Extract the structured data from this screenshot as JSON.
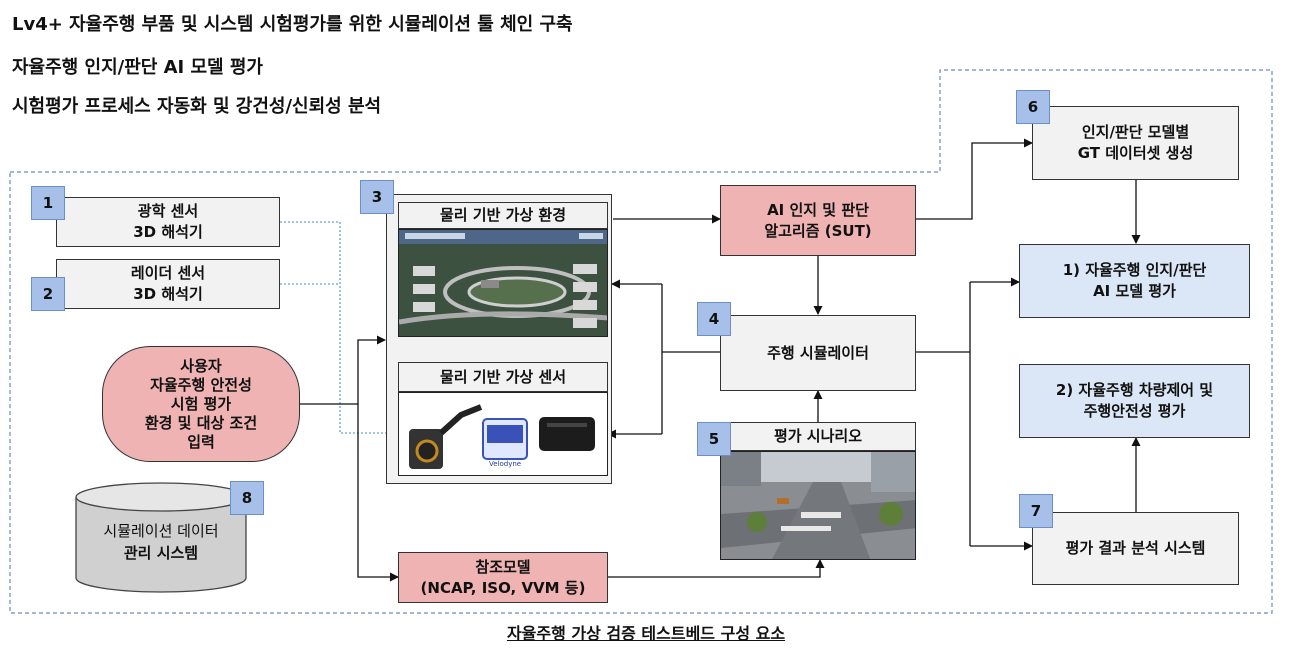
{
  "header": {
    "line1": "Lv4+ 자율주행 부품 및 시스템 시험평가를 위한 시뮬레이션 툴 체인 구축",
    "line2": "자율주행 인지/판단 AI 모델 평가",
    "line3": "시험평가 프로세스 자동화 및 강건성/신뢰성 분석"
  },
  "nodes": {
    "n1": {
      "badge": "1",
      "label": "광학 센서\n3D 해석기"
    },
    "n2": {
      "badge": "2",
      "label": "레이더 센서\n3D 해석기"
    },
    "n3": {
      "badge": "3",
      "env_label": "물리 기반 가상 환경",
      "sensor_label": "물리 기반 가상 센서",
      "sensor_brand": "Velodyne"
    },
    "user": {
      "label": "사용자\n자율주행 안전성\n시험 평가\n환경 및 대상 조건\n입력"
    },
    "ai": {
      "label": "AI 인지 및 판단\n알고리즘 (SUT)"
    },
    "n4": {
      "badge": "4",
      "label": "주행 시뮬레이터"
    },
    "n5": {
      "badge": "5",
      "label": "평가 시나리오"
    },
    "ref": {
      "label": "참조모델\n(NCAP, ISO, VVM 등)"
    },
    "n6": {
      "badge": "6",
      "label": "인지/판단 모델별\nGT 데이터셋 생성"
    },
    "eval1": {
      "label": "1) 자율주행 인지/판단\nAI 모델 평가"
    },
    "eval2": {
      "label": "2) 자율주행 차량제어 및\n주행안전성 평가"
    },
    "n7": {
      "badge": "7",
      "label": "평가 결과 분석 시스템"
    },
    "n8": {
      "badge": "8",
      "label_line1": "시뮬레이션 데이터",
      "label_line2": "관리 시스템"
    }
  },
  "caption": "자율주행 가상 검증 테스트베드 구성 요소",
  "colors": {
    "grey_box": "#f2f2f2",
    "pink_box": "#efb3b3",
    "blue_box": "#dbe7f6",
    "badge": "#a7c0ea",
    "dashed_region": "#6c8cb4"
  }
}
